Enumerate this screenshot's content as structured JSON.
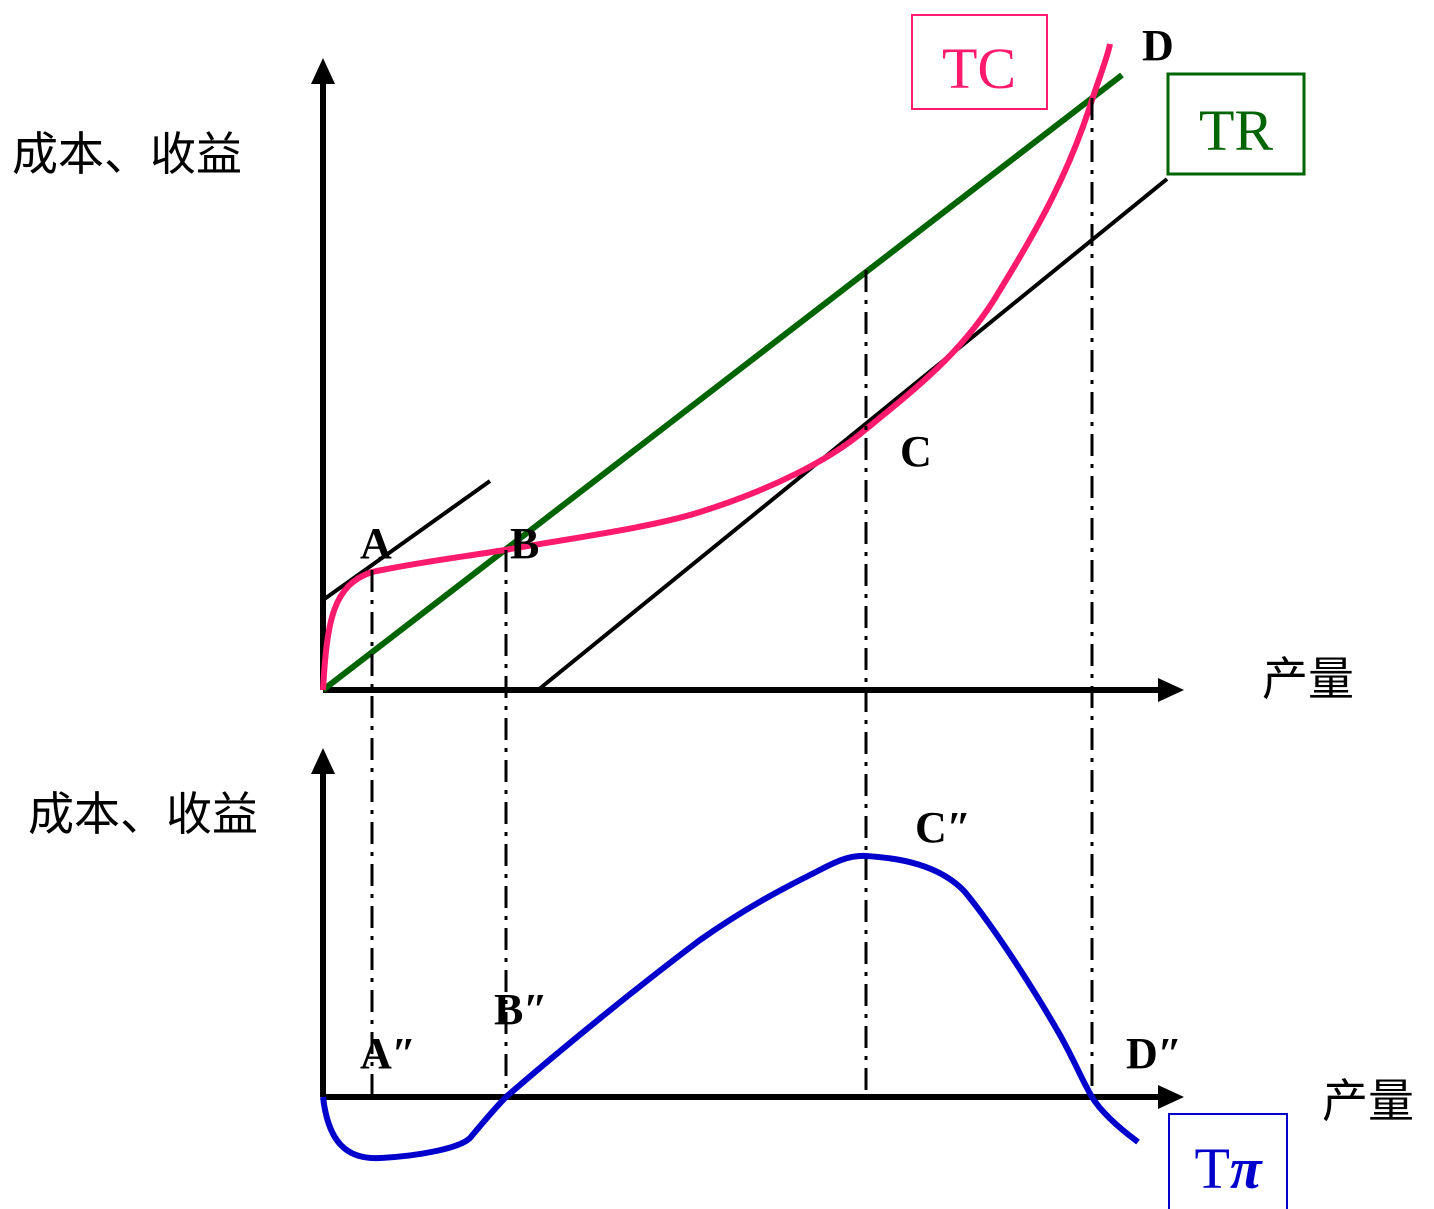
{
  "top_panel": {
    "y_axis_label": "成本、收益",
    "x_axis_label": "产量",
    "points": {
      "A": "A",
      "B": "B",
      "C": "C",
      "D": "D"
    },
    "legend": {
      "tc": {
        "text": "TC",
        "color": "#ff1a6e"
      },
      "tr": {
        "text": "TR",
        "color": "#006400"
      }
    }
  },
  "bottom_panel": {
    "y_axis_label": "成本、收益",
    "x_axis_label": "产量",
    "points": {
      "A": "A″",
      "B": "B″",
      "C": "C″",
      "D": "D″"
    },
    "legend": {
      "tpi": {
        "text": "Tπ",
        "prefix": "T",
        "symbol": "π",
        "color": "#0000cc"
      }
    }
  },
  "colors": {
    "tc": "#ff1a6e",
    "tr": "#006400",
    "profit": "#0000cc",
    "axis": "#000000",
    "tangent": "#000000"
  }
}
